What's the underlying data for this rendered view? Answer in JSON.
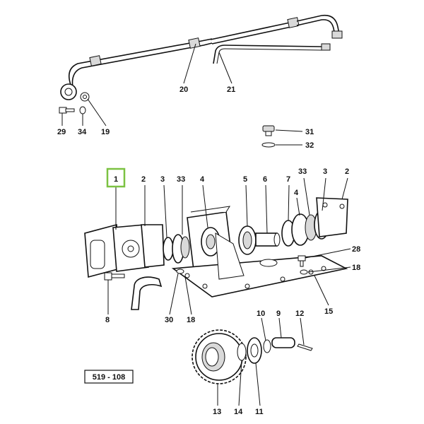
{
  "diagram": {
    "reference_code": "519 - 108",
    "highlighted_callout": "1",
    "highlight_color": "#7cc242",
    "callouts": [
      "20",
      "21",
      "29",
      "34",
      "19",
      "31",
      "32",
      "1",
      "2",
      "3",
      "33",
      "4",
      "5",
      "6",
      "7",
      "4",
      "33",
      "3",
      "2",
      "28",
      "18",
      "8",
      "30",
      "18",
      "15",
      "10",
      "9",
      "12",
      "13",
      "14",
      "11"
    ]
  }
}
